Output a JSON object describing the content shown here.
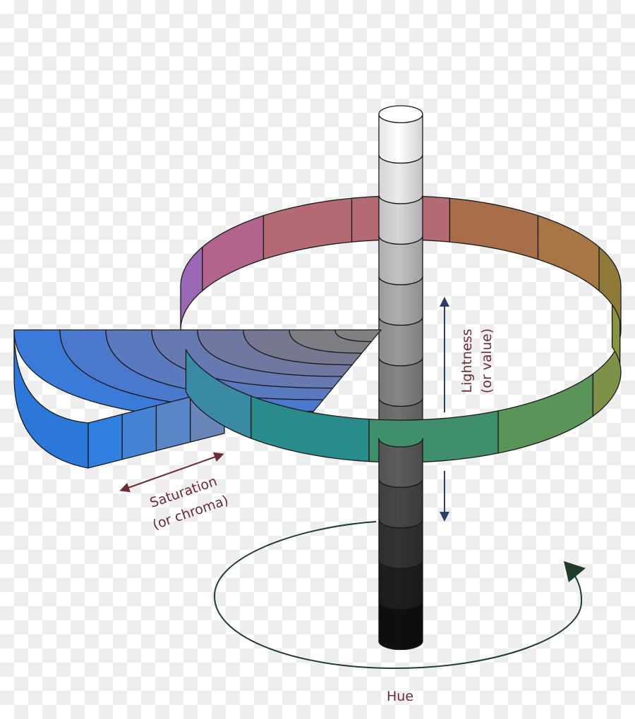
{
  "diagram": {
    "labels": {
      "lightness_line1": "Lightness",
      "lightness_line2": "(or value)",
      "saturation_line1": "Saturation",
      "saturation_line2": "(or chroma)",
      "hue": "Hue"
    },
    "colors": {
      "label_text": "#6b2a34",
      "lightness_arrow": "#2e3f66",
      "saturation_arrow": "#6b2a34",
      "hue_arrow": "#1f3d2a",
      "outline": "#1a1a1a"
    },
    "lightness_scale": [
      "#ffffff",
      "#ebebeb",
      "#d6d6d6",
      "#c2c2c2",
      "#adadad",
      "#999999",
      "#858585",
      "#707070",
      "#5c5c5c",
      "#474747",
      "#333333",
      "#1f1f1f",
      "#0f0f0f"
    ],
    "hue_ring_back": [
      "#9a68b4",
      "#b2648e",
      "#b46a73",
      "#b46a73",
      "#a86e4a",
      "#a87545",
      "#8f7a38"
    ],
    "hue_ring_front": [
      "#3a8aa6",
      "#2a8c8a",
      "#3f8f6d",
      "#5a9458",
      "#7d9248"
    ],
    "saturation_wedge_top": [
      "#3a7ad8",
      "#4a78cc",
      "#5a7ac0",
      "#6679b0",
      "#6e78a0",
      "#767890",
      "#7c7e84",
      "#808080"
    ],
    "saturation_wedge_front": [
      "#2f7fe0",
      "#4584d4",
      "#5886c6",
      "#6a86b8"
    ]
  }
}
